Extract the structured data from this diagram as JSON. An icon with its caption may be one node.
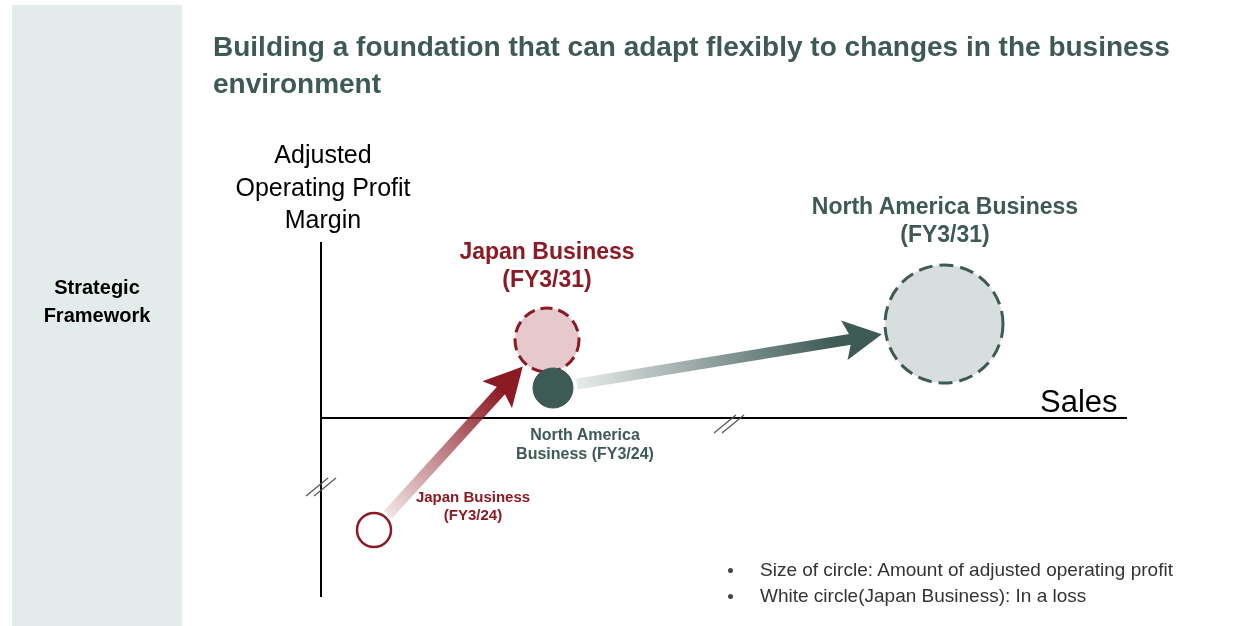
{
  "diagram": {
    "title": "Building a foundation that can adapt flexibly to changes in the business environment",
    "nodes": [
      {
        "text": [
          "Strategic Framework"
        ]
      },
      {
        "text": [],
        "shape": "circle",
        "beside": [
          "Japan Business (FY3/24)"
        ]
      },
      {
        "text": [],
        "shape": "circle",
        "beside": [
          "Japan Business (FY3/31)"
        ]
      },
      {
        "text": [],
        "shape": "circle",
        "beside": [
          "North America Business (FY3/24)"
        ]
      },
      {
        "text": [],
        "shape": "circle",
        "beside": [
          "North America Business (FY3/31)"
        ]
      }
    ],
    "edges": [
      {
        "from": 1,
        "to": 2,
        "arrow": "to",
        "style": "thick",
        "color": "#8b1a24"
      },
      {
        "from": 3,
        "to": 4,
        "arrow": "to",
        "style": "thick",
        "color": "#3d5a55"
      }
    ],
    "labels": [
      "Adjusted Operating Profit Margin",
      "Sales",
      "Size of circle: Amount of adjusted operating profit",
      "White circle(Japan Business): In a loss"
    ]
  }
}
